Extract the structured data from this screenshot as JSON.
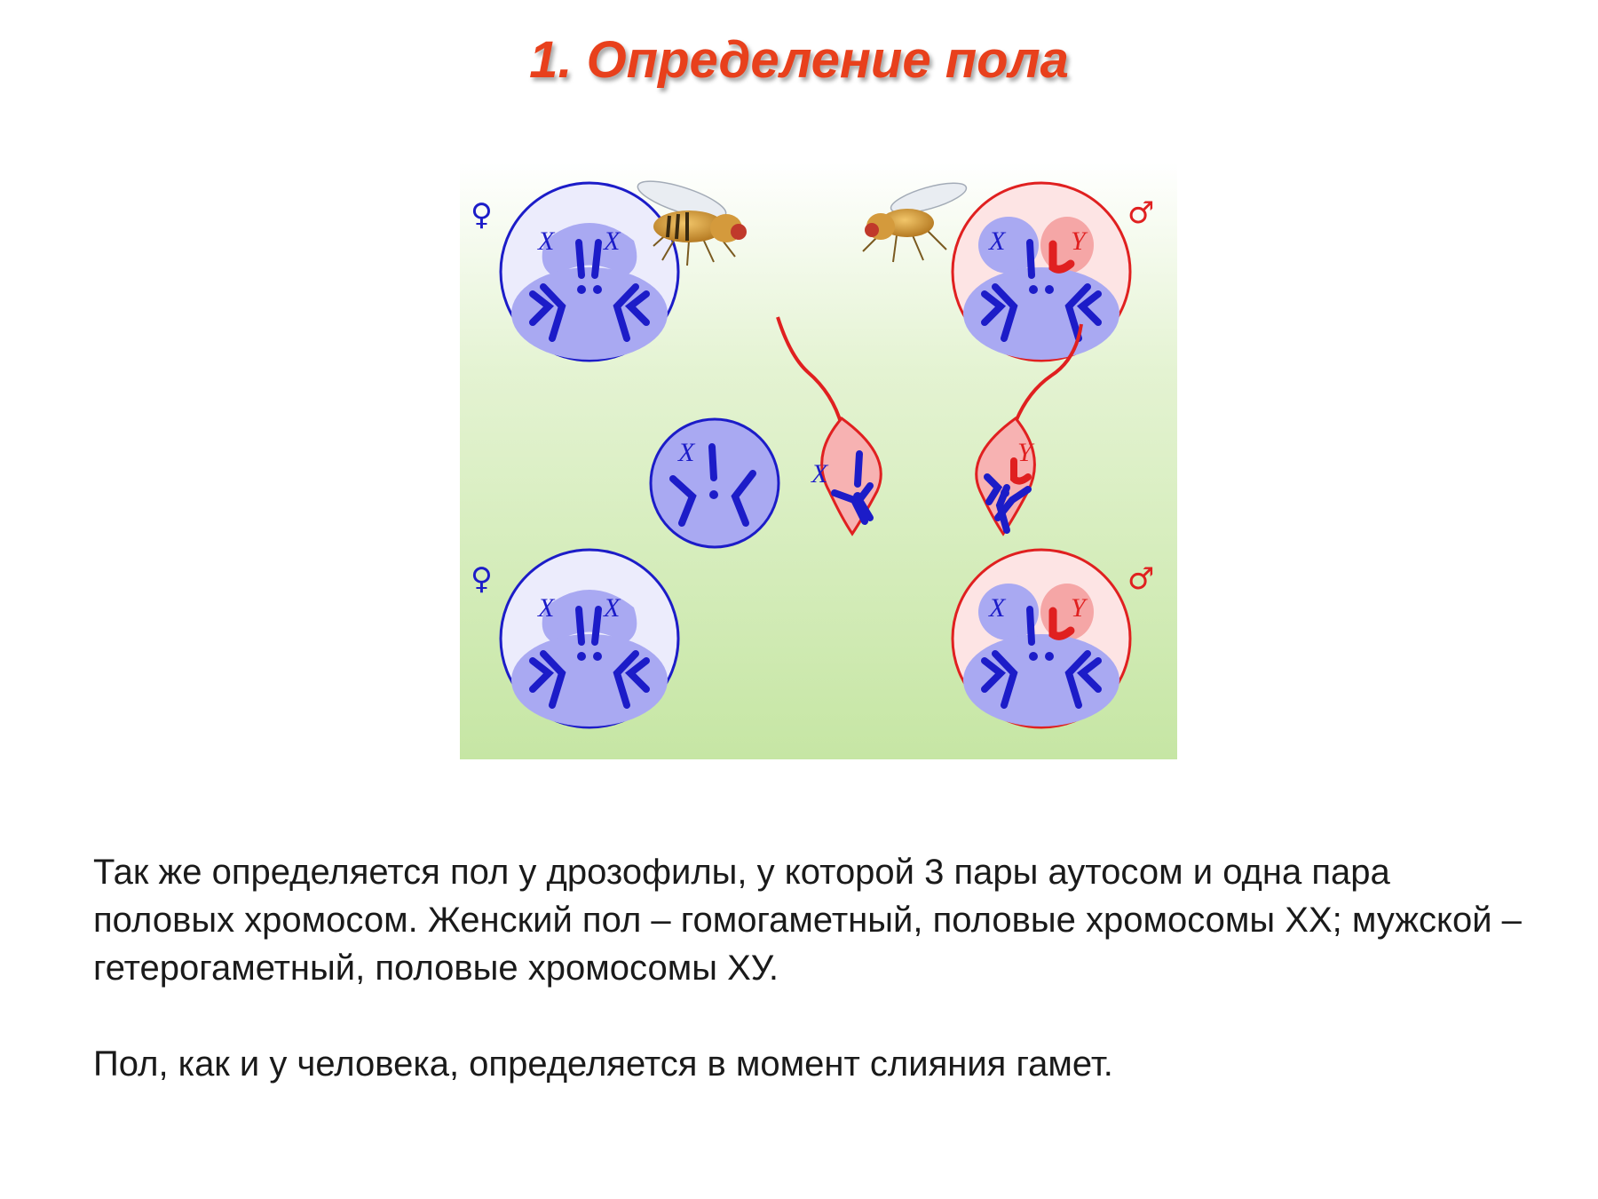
{
  "title": "1. Определение пола",
  "figure": {
    "female_symbol": "♀",
    "male_symbol": "♂",
    "label_x": "X",
    "label_y": "Y",
    "colors": {
      "female": "#1c1cc8",
      "male": "#e02020",
      "nucleus_female": "#a9a9f2",
      "nucleus_male_fill": "#fde4e4",
      "background_top": "#ffffff",
      "background_bottom": "#c6e6a4"
    },
    "icons": [
      "fruit-fly-icon",
      "fruit-fly-icon"
    ]
  },
  "paragraphs": [
    "Так же определяется пол у дрозофилы, у которой 3 пары аутосом и одна пара половых хромосом. Женский пол – гомогаметный, половые хромосомы ХХ; мужской – гетерогаметный, половые хромосомы ХУ.",
    "Пол, как и у человека, определяется в момент слияния гамет."
  ]
}
